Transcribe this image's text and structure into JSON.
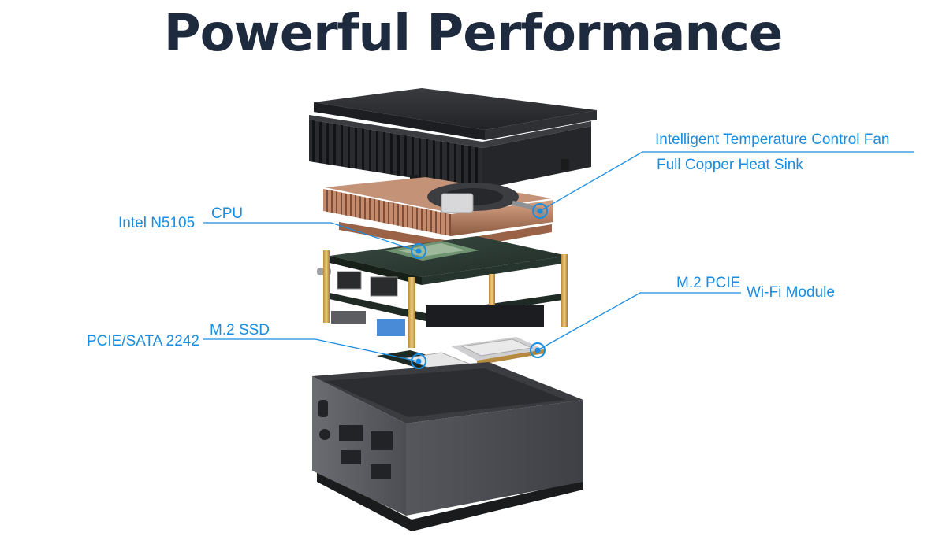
{
  "title": "Powerful Performance",
  "colors": {
    "title": "#1e2a3d",
    "accent": "#1a8de0",
    "lid": "#2b2c2f",
    "case": "#5a5c61",
    "pcb": "#2a3b33",
    "copper": "#b97e5e"
  },
  "labels": {
    "fan": "Intelligent Temperature Control Fan",
    "heatsink": "Full Copper Heat Sink",
    "cpu_model": "Intel N5105",
    "cpu": "CPU",
    "wifi_slot": "M.2 PCIE",
    "wifi": "Wi-Fi Module",
    "ssd_iface": "PCIE/SATA 2242",
    "ssd": "M.2 SSD"
  },
  "components": [
    "top-lid",
    "heatsink-fan",
    "motherboard",
    "wifi-card",
    "ssd-card",
    "case-base"
  ]
}
